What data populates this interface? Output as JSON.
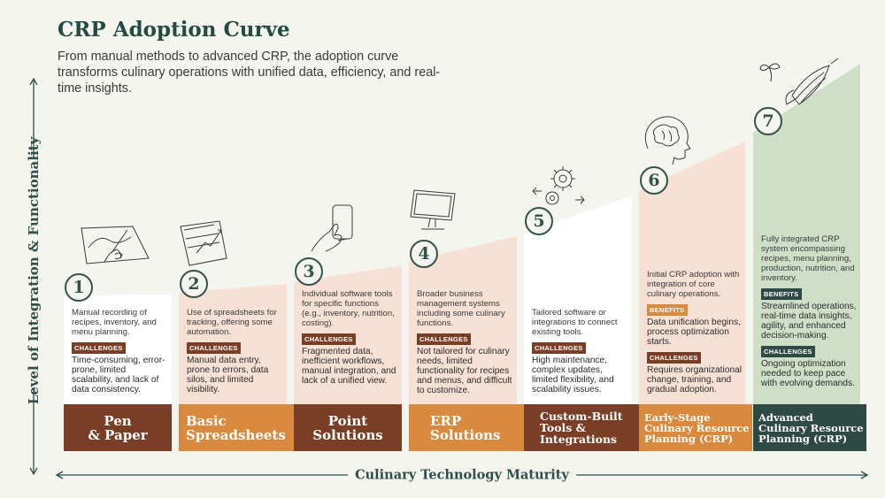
{
  "title": "CRP Adoption Curve",
  "subtitle": "From manual methods to advanced CRP, the adoption curve transforms culinary operations with unified data, efficiency, and real-time insights.",
  "y_axis_label": "Level of Integration & Functionality",
  "x_axis_label": "Culinary Technology Maturity",
  "challenges_tag": "CHALLENGES",
  "benefits_tag": "BENEFITS",
  "colors": {
    "title": "#244a44",
    "tag_challenges": "#7a3e26",
    "tag_benefits": "#d98a3e",
    "brown": "#7a3e26",
    "orange": "#d98a3e",
    "teal": "#2f4a44"
  },
  "stages": [
    {
      "number": "1",
      "name_lines": [
        "Pen",
        "& Paper"
      ],
      "description": "Manual recording of recipes, inventory, and menu planning.",
      "challenges": "Time-consuming, error-prone, limited scalability, and lack of data consistency.",
      "icon": "hand-writing-icon"
    },
    {
      "number": "2",
      "name_lines": [
        "Basic",
        "Spreadsheets"
      ],
      "description": "Use of spreadsheets for tracking, offering some automation.",
      "challenges": "Manual data entry, prone to errors, data silos, and limited visibility.",
      "icon": "spreadsheet-chart-icon"
    },
    {
      "number": "3",
      "name_lines": [
        "Point",
        "Solutions"
      ],
      "description": "Individual software tools for specific functions (e.g., inventory, nutrition, costing).",
      "challenges": "Fragmented data, inefficient workflows, manual integration, and lack of a unified view.",
      "icon": "hand-smartphone-icon"
    },
    {
      "number": "4",
      "name_lines": [
        "ERP",
        "Solutions"
      ],
      "description": "Broader business management systems including some culinary functions.",
      "challenges": "Not tailored for culinary needs, limited functionality for recipes and menus, and difficult to customize.",
      "icon": "computer-monitor-icon"
    },
    {
      "number": "5",
      "name_lines": [
        "Custom-Built",
        "Tools &",
        "Integrations"
      ],
      "description": "Tailored software or integrations to connect existing tools.",
      "challenges": "High maintenance, complex updates, limited flexibility, and scalability issues.",
      "icon": "gears-icon"
    },
    {
      "number": "6",
      "name_lines": [
        "Early-Stage",
        "Culinary Resource",
        "Planning (CRP)"
      ],
      "description": "Initial CRP adoption with integration of core culinary operations.",
      "benefits": "Data unification begins, process optimization starts.",
      "challenges": "Requires organizational change, training, and gradual adoption.",
      "icon": "brain-head-icon"
    },
    {
      "number": "7",
      "name_lines": [
        "Advanced",
        "Culinary Resource",
        "Planning (CRP)"
      ],
      "description": "Fully integrated CRP system encompassing recipes, menu planning, production, nutrition, and inventory.",
      "benefits": "Streamlined operations, real-time data insights, agility, and enhanced decision-making.",
      "challenges": "Ongoing optimization needed to keep pace with evolving demands.",
      "icon": "sprout-rocket-icon"
    }
  ]
}
